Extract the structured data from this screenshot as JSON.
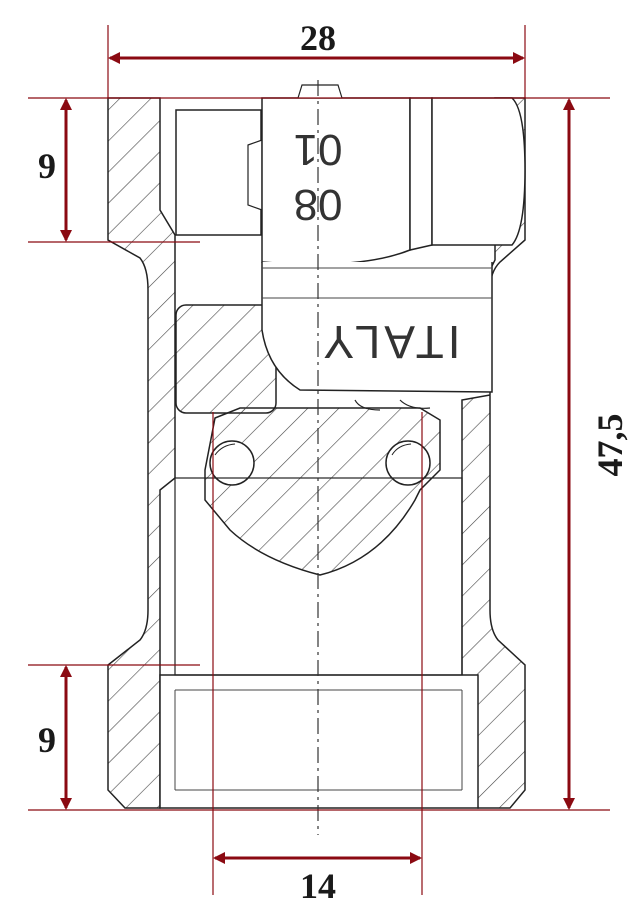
{
  "drawing": {
    "dimensions": {
      "width": "28",
      "top_section": "9",
      "bottom_section": "9",
      "height": "47,5",
      "bore": "14"
    },
    "engraving": {
      "code_line1": "01",
      "code_line2": "08",
      "country": "ITALY"
    },
    "colors": {
      "dimension": "#8b0a12",
      "outline": "#222222",
      "hatch": "#444444",
      "background": "#ffffff"
    }
  }
}
